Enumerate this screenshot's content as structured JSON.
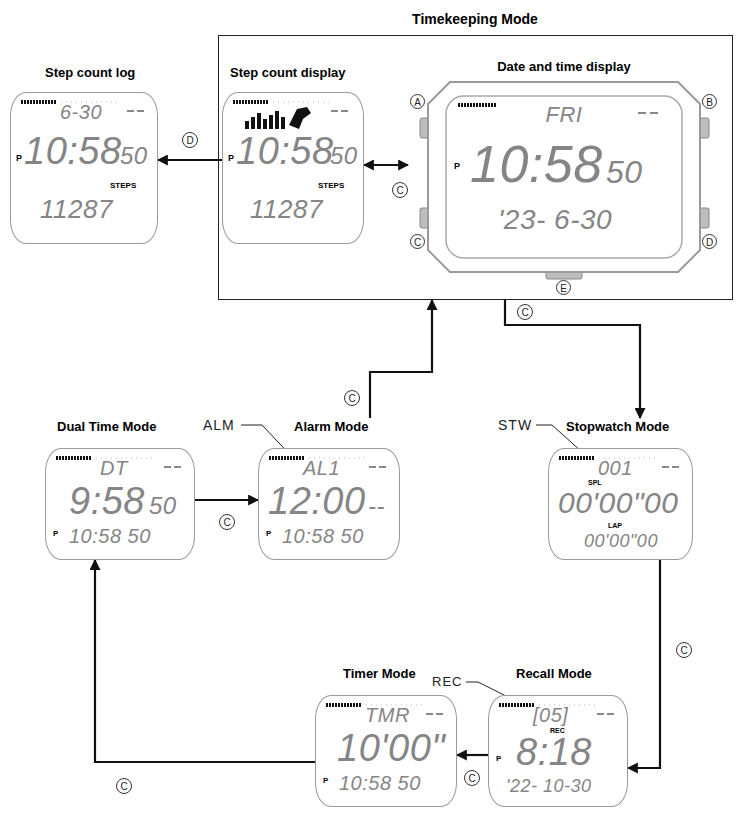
{
  "diagram": {
    "nodes": [
      {
        "text": [
          "Step count log",
          "6-30",
          "P",
          "10:58",
          "50",
          "STEPS",
          "11287"
        ]
      },
      {
        "text": [
          "Timekeeping Mode"
        ]
      },
      {
        "text": [
          "Step count display",
          "P",
          "10:58",
          "50",
          "STEPS",
          "11287"
        ],
        "in": 1
      },
      {
        "text": [
          "Date and time display",
          "A",
          "B",
          "C",
          "D",
          "E",
          "FRI",
          "P",
          "10:58",
          "50",
          "'23- 6-30"
        ],
        "in": 1
      },
      {
        "text": [
          "Dual Time Mode",
          "DT",
          "9:58",
          "50",
          "P",
          "10:58 50"
        ]
      },
      {
        "text": [
          "Alarm Mode",
          "ALM",
          "AL1",
          "12:00",
          "--",
          "P",
          "10:58 50"
        ]
      },
      {
        "text": [
          "Stopwatch Mode",
          "STW",
          "001",
          "SPL",
          "00'00\"00",
          "LAP",
          "00'00\"00"
        ]
      },
      {
        "text": [
          "Timer Mode",
          "TMR",
          "10'00\"",
          "P",
          "10:58 50"
        ]
      },
      {
        "text": [
          "Recall Mode",
          "REC",
          "[05]",
          "REC",
          "8:18",
          "P",
          "'22- 10-30"
        ]
      }
    ],
    "edges": [
      {
        "from": 2,
        "to": 0,
        "arrow": "to",
        "label": "D"
      },
      {
        "from": 2,
        "to": 3,
        "arrow": "both",
        "label": "C"
      },
      {
        "from": 1,
        "to": 6,
        "arrow": "to",
        "label": "C"
      },
      {
        "from": 6,
        "to": 8,
        "arrow": "to",
        "label": "C"
      },
      {
        "from": 8,
        "to": 7,
        "arrow": "to",
        "label": "C"
      },
      {
        "from": 7,
        "to": 4,
        "arrow": "to",
        "label": "C"
      },
      {
        "from": 4,
        "to": 5,
        "arrow": "to",
        "label": "C"
      },
      {
        "from": 5,
        "to": 1,
        "arrow": "to",
        "label": "C"
      }
    ]
  }
}
